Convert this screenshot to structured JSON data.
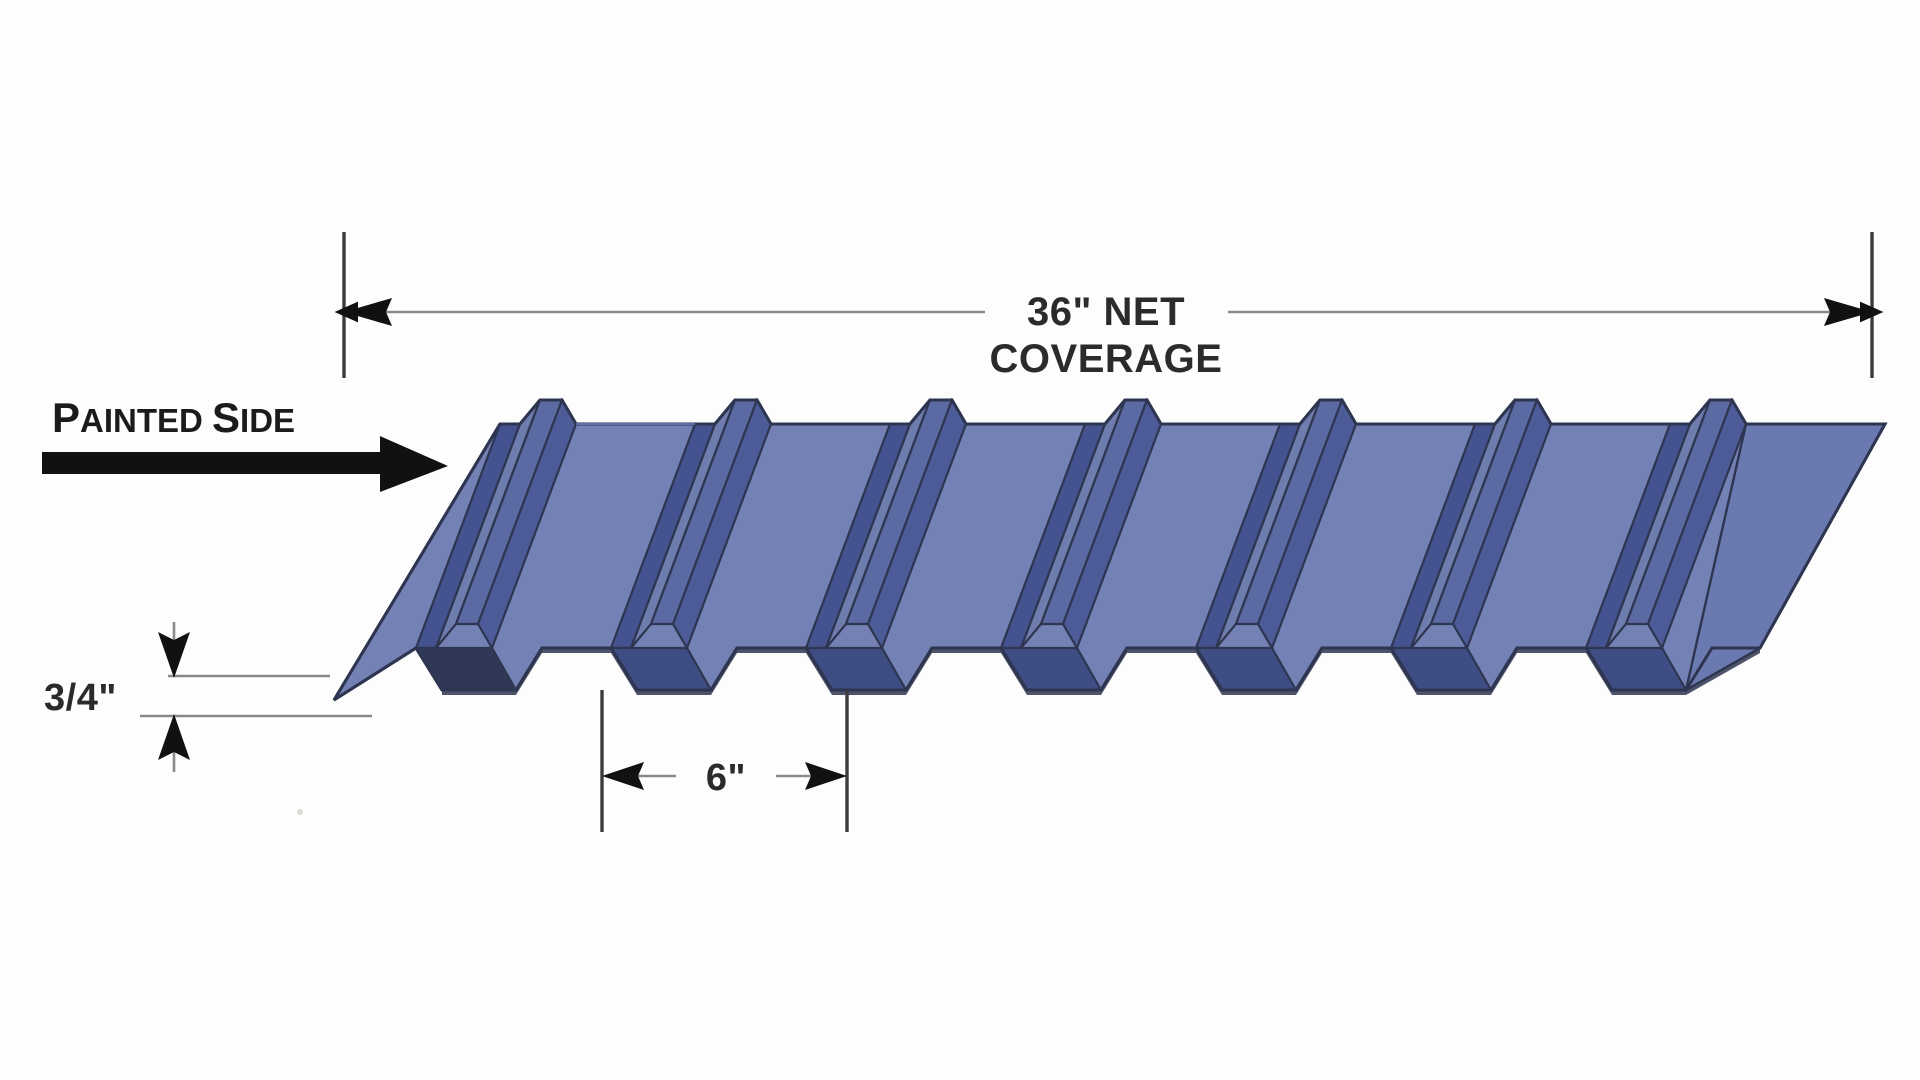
{
  "diagram": {
    "title_semantic": "metal-roofing-panel-profile",
    "background_color": "#fdfdfd"
  },
  "dimensions": {
    "width": {
      "label_line1": "36\" NET",
      "label_line2": "COVERAGE",
      "value": "36\"",
      "axis": "horizontal",
      "arrow_style": "double-ended-inward"
    },
    "height": {
      "label": "3/4\"",
      "value": "3/4\"",
      "axis": "vertical",
      "arrow_style": "double-ended-outward"
    },
    "rib_pitch": {
      "label": "6\"",
      "value": "6\"",
      "axis": "horizontal",
      "arrow_style": "double-ended-inward"
    }
  },
  "callouts": {
    "painted_side": {
      "text_lead": "P",
      "text_rest": "AINTED ",
      "text_lead2": "S",
      "text_rest2": "IDE",
      "full_text": "PAINTED SIDE",
      "pointer": "arrow-right"
    }
  },
  "panel": {
    "material": "corrugated steel roofing panel",
    "rib_count": 7,
    "colors": {
      "flat_top": "#7481b4",
      "rib_shadow": "#44538f",
      "rib_highlight": "#6a79b0",
      "rib_face": "#505f9c",
      "outline": "#2e3550",
      "front_band": "#5d6ba5"
    }
  },
  "chart_data": {
    "type": "table",
    "title": "Roof Panel Profile Dimensions",
    "categories": [
      "Net Coverage",
      "Rib Height",
      "Rib Pitch"
    ],
    "values": [
      36,
      0.75,
      6
    ],
    "units": "inches",
    "labels": [
      "36\" NET COVERAGE",
      "3/4\"",
      "6\""
    ]
  }
}
